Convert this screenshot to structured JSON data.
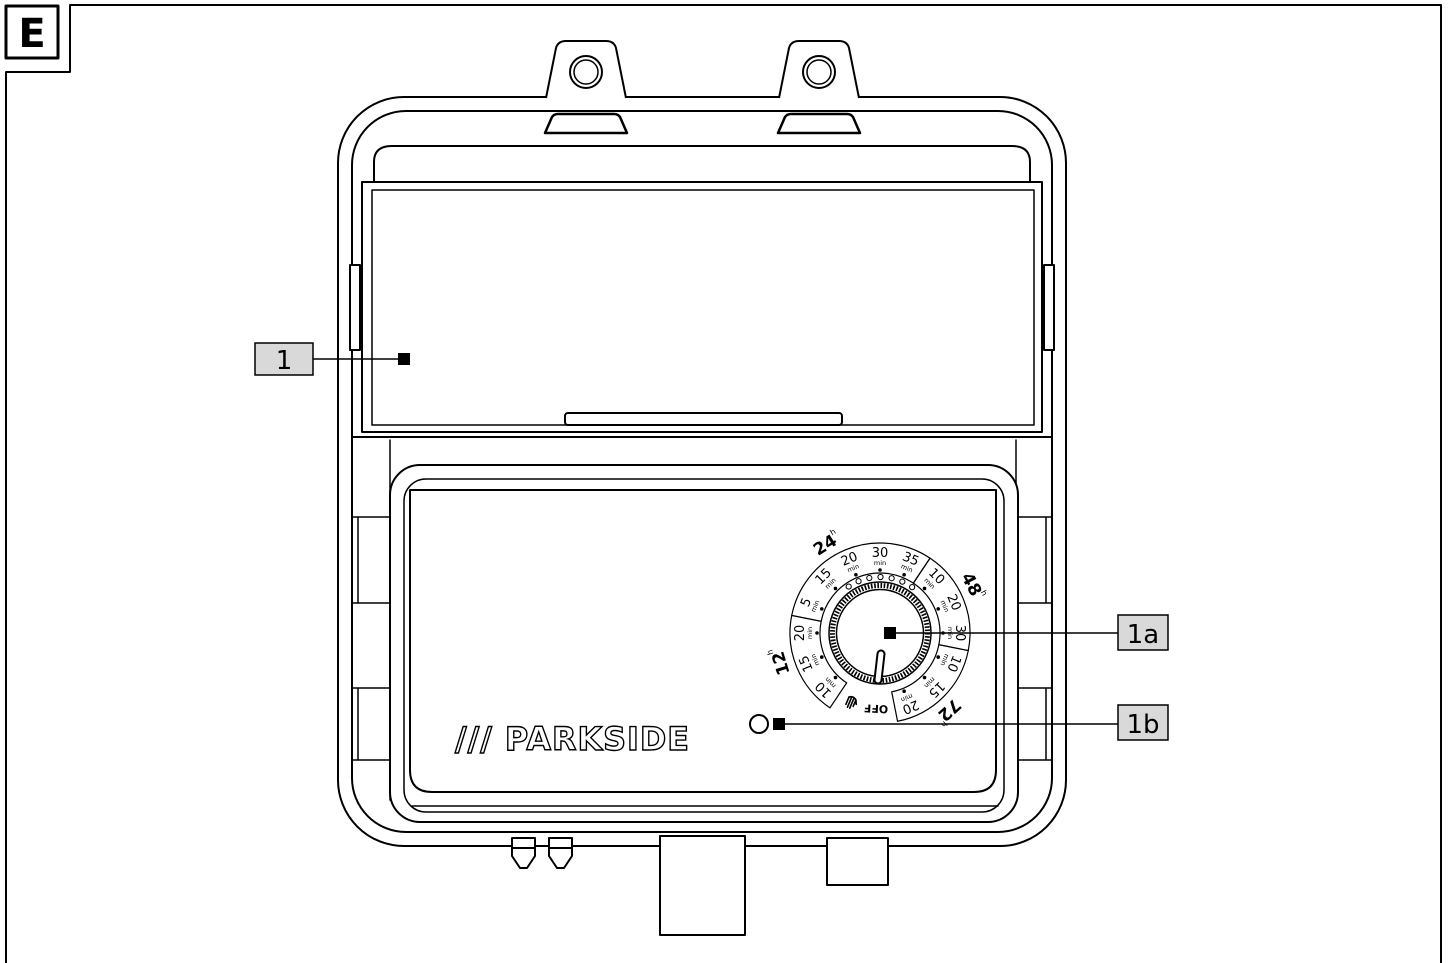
{
  "figure_label": "E",
  "callouts": [
    "1",
    "1a",
    "1b"
  ],
  "logo_text": "/// PARKSIDE",
  "dial": {
    "unit_min": "min",
    "unit_h": "h",
    "off_label": "OFF",
    "off_icon": "hand-icon",
    "groups": [
      {
        "hours": "24",
        "items": [
          "5",
          "15",
          "20",
          "30",
          "35"
        ]
      },
      {
        "hours": "48",
        "items": [
          "10",
          "20",
          "30"
        ]
      },
      {
        "hours": "72",
        "items": [
          "10",
          "15",
          "20"
        ]
      },
      {
        "hours": "12",
        "items": [
          "10",
          "15",
          "20"
        ]
      }
    ]
  },
  "colors": {
    "line": "#000000",
    "callout_fill": "#d9d9d9",
    "background": "#ffffff"
  }
}
